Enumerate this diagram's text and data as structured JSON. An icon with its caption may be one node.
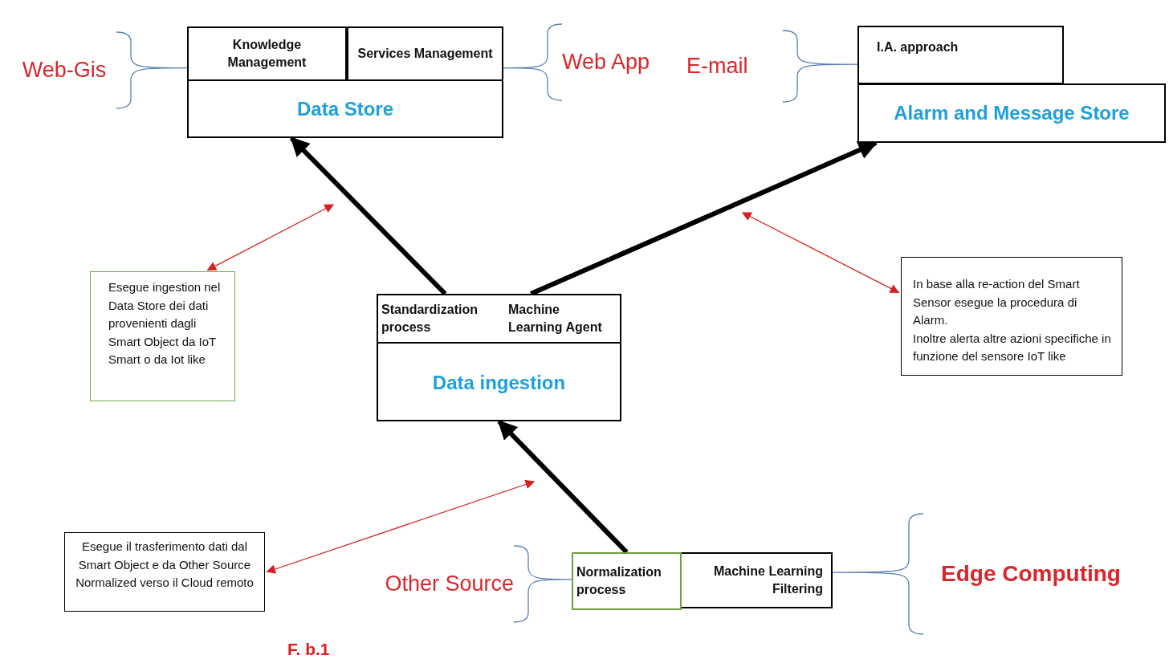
{
  "diagram": {
    "caption": "F. b.1",
    "nodes": [
      {
        "text": [
          "Web-Gis"
        ]
      },
      {
        "text": [
          "Data Store"
        ]
      },
      {
        "text": [
          "Knowledge Management"
        ],
        "in": 1
      },
      {
        "text": [
          "Services Management"
        ],
        "in": 1
      },
      {
        "text": [
          "Web App"
        ]
      },
      {
        "text": [
          "E-mail"
        ]
      },
      {
        "text": [
          "I.A. approach"
        ]
      },
      {
        "text": [
          "Alarm and Message Store"
        ]
      },
      {
        "text": [
          "Esegue ingestion nel Data Store dei dati provenienti dagli Smart Object da IoT Smart o da Iot like"
        ]
      },
      {
        "text": [
          "Data ingestion"
        ]
      },
      {
        "text": [
          "Standardization process"
        ],
        "in": 9
      },
      {
        "text": [
          "Machine Learning Agent"
        ],
        "in": 9
      },
      {
        "text": [
          "In base alla re-action del Smart Sensor esegue la procedura di Alarm.",
          "Inoltre alerta altre azioni specifiche in funzione del sensore IoT like"
        ]
      },
      {
        "text": [
          "Esegue il trasferimento dati dal Smart Object e da Other Source Normalized verso il Cloud remoto"
        ]
      },
      {
        "text": [
          "Other Source"
        ]
      },
      {
        "text": [
          "Normalization process"
        ]
      },
      {
        "text": [
          "Machine Learning Filtering"
        ]
      },
      {
        "text": [
          "Edge Computing"
        ]
      }
    ],
    "edges": [
      {
        "from": 0,
        "to": 2,
        "arrow": "none"
      },
      {
        "from": 4,
        "to": 3,
        "arrow": "none"
      },
      {
        "from": 5,
        "to": 6,
        "arrow": "none"
      },
      {
        "from": 14,
        "to": 15,
        "arrow": "none"
      },
      {
        "from": 17,
        "to": 16,
        "arrow": "none"
      },
      {
        "from": 9,
        "to": 1,
        "arrow": "to",
        "style": "thick",
        "color": "#000000"
      },
      {
        "from": 9,
        "to": 7,
        "arrow": "to",
        "style": "thick",
        "color": "#000000"
      },
      {
        "from": 15,
        "to": 9,
        "arrow": "to",
        "style": "thick",
        "color": "#000000"
      },
      {
        "from": 8,
        "to": null,
        "arrow": "both",
        "color": "#d62020"
      },
      {
        "from": 12,
        "to": null,
        "arrow": "both",
        "color": "#d62020"
      },
      {
        "from": 13,
        "to": null,
        "arrow": "both",
        "color": "#d62020"
      }
    ]
  }
}
